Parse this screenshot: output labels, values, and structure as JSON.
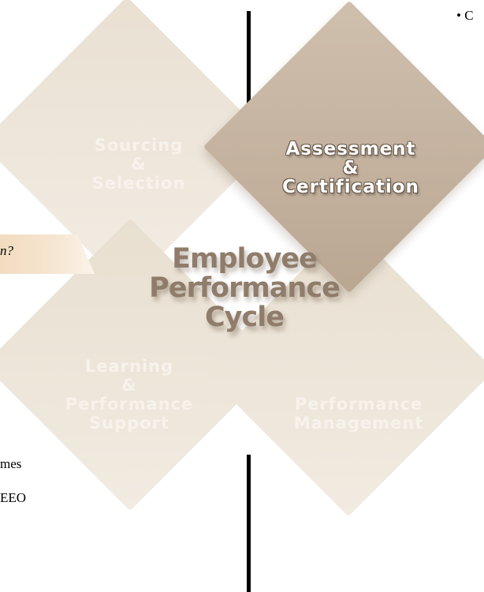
{
  "diagram": {
    "center_title": [
      "Employee",
      "Performance",
      "Cycle"
    ],
    "quadrants": {
      "sourcing": [
        "Sourcing",
        "&",
        "Selection"
      ],
      "assessment": [
        "Assessment",
        "&",
        "Certification"
      ],
      "learning": [
        "Learning",
        "&",
        "Performance",
        "Support"
      ],
      "performance": [
        "Performance",
        "Management"
      ]
    },
    "highlighted_quadrant": "assessment"
  },
  "side_text": {
    "banner_fragment": "n?",
    "fragment_1": "mes",
    "fragment_2": "EEO",
    "bullet": "• C"
  },
  "colors": {
    "diamond_light": "#ece4d7",
    "diamond_highlight": "#c6b5a2",
    "title_text": "#8f7c6a",
    "banner": "#f4e2cb",
    "separator": "#000000"
  }
}
